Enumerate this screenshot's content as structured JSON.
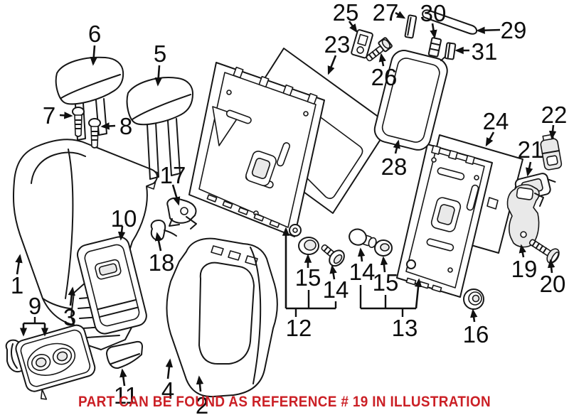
{
  "caption": {
    "text": "PART CAN BE FOUND AS REFERENCE # 19 IN ILLUSTRATION",
    "color": "#cb2026"
  },
  "callouts": {
    "n1": "1",
    "n2": "2",
    "n3": "3",
    "n4": "4",
    "n5": "5",
    "n6": "6",
    "n7": "7",
    "n8": "8",
    "n9": "9",
    "n10": "10",
    "n11": "11",
    "n12": "12",
    "n13": "13",
    "n14a": "14",
    "n14b": "14",
    "n15a": "15",
    "n15b": "15",
    "n16": "16",
    "n17": "17",
    "n18": "18",
    "n19": "19",
    "n20": "20",
    "n21": "21",
    "n22": "22",
    "n23": "23",
    "n24": "24",
    "n25": "25",
    "n26": "26",
    "n27": "27",
    "n28": "28",
    "n29": "29",
    "n30": "30",
    "n31": "31"
  }
}
